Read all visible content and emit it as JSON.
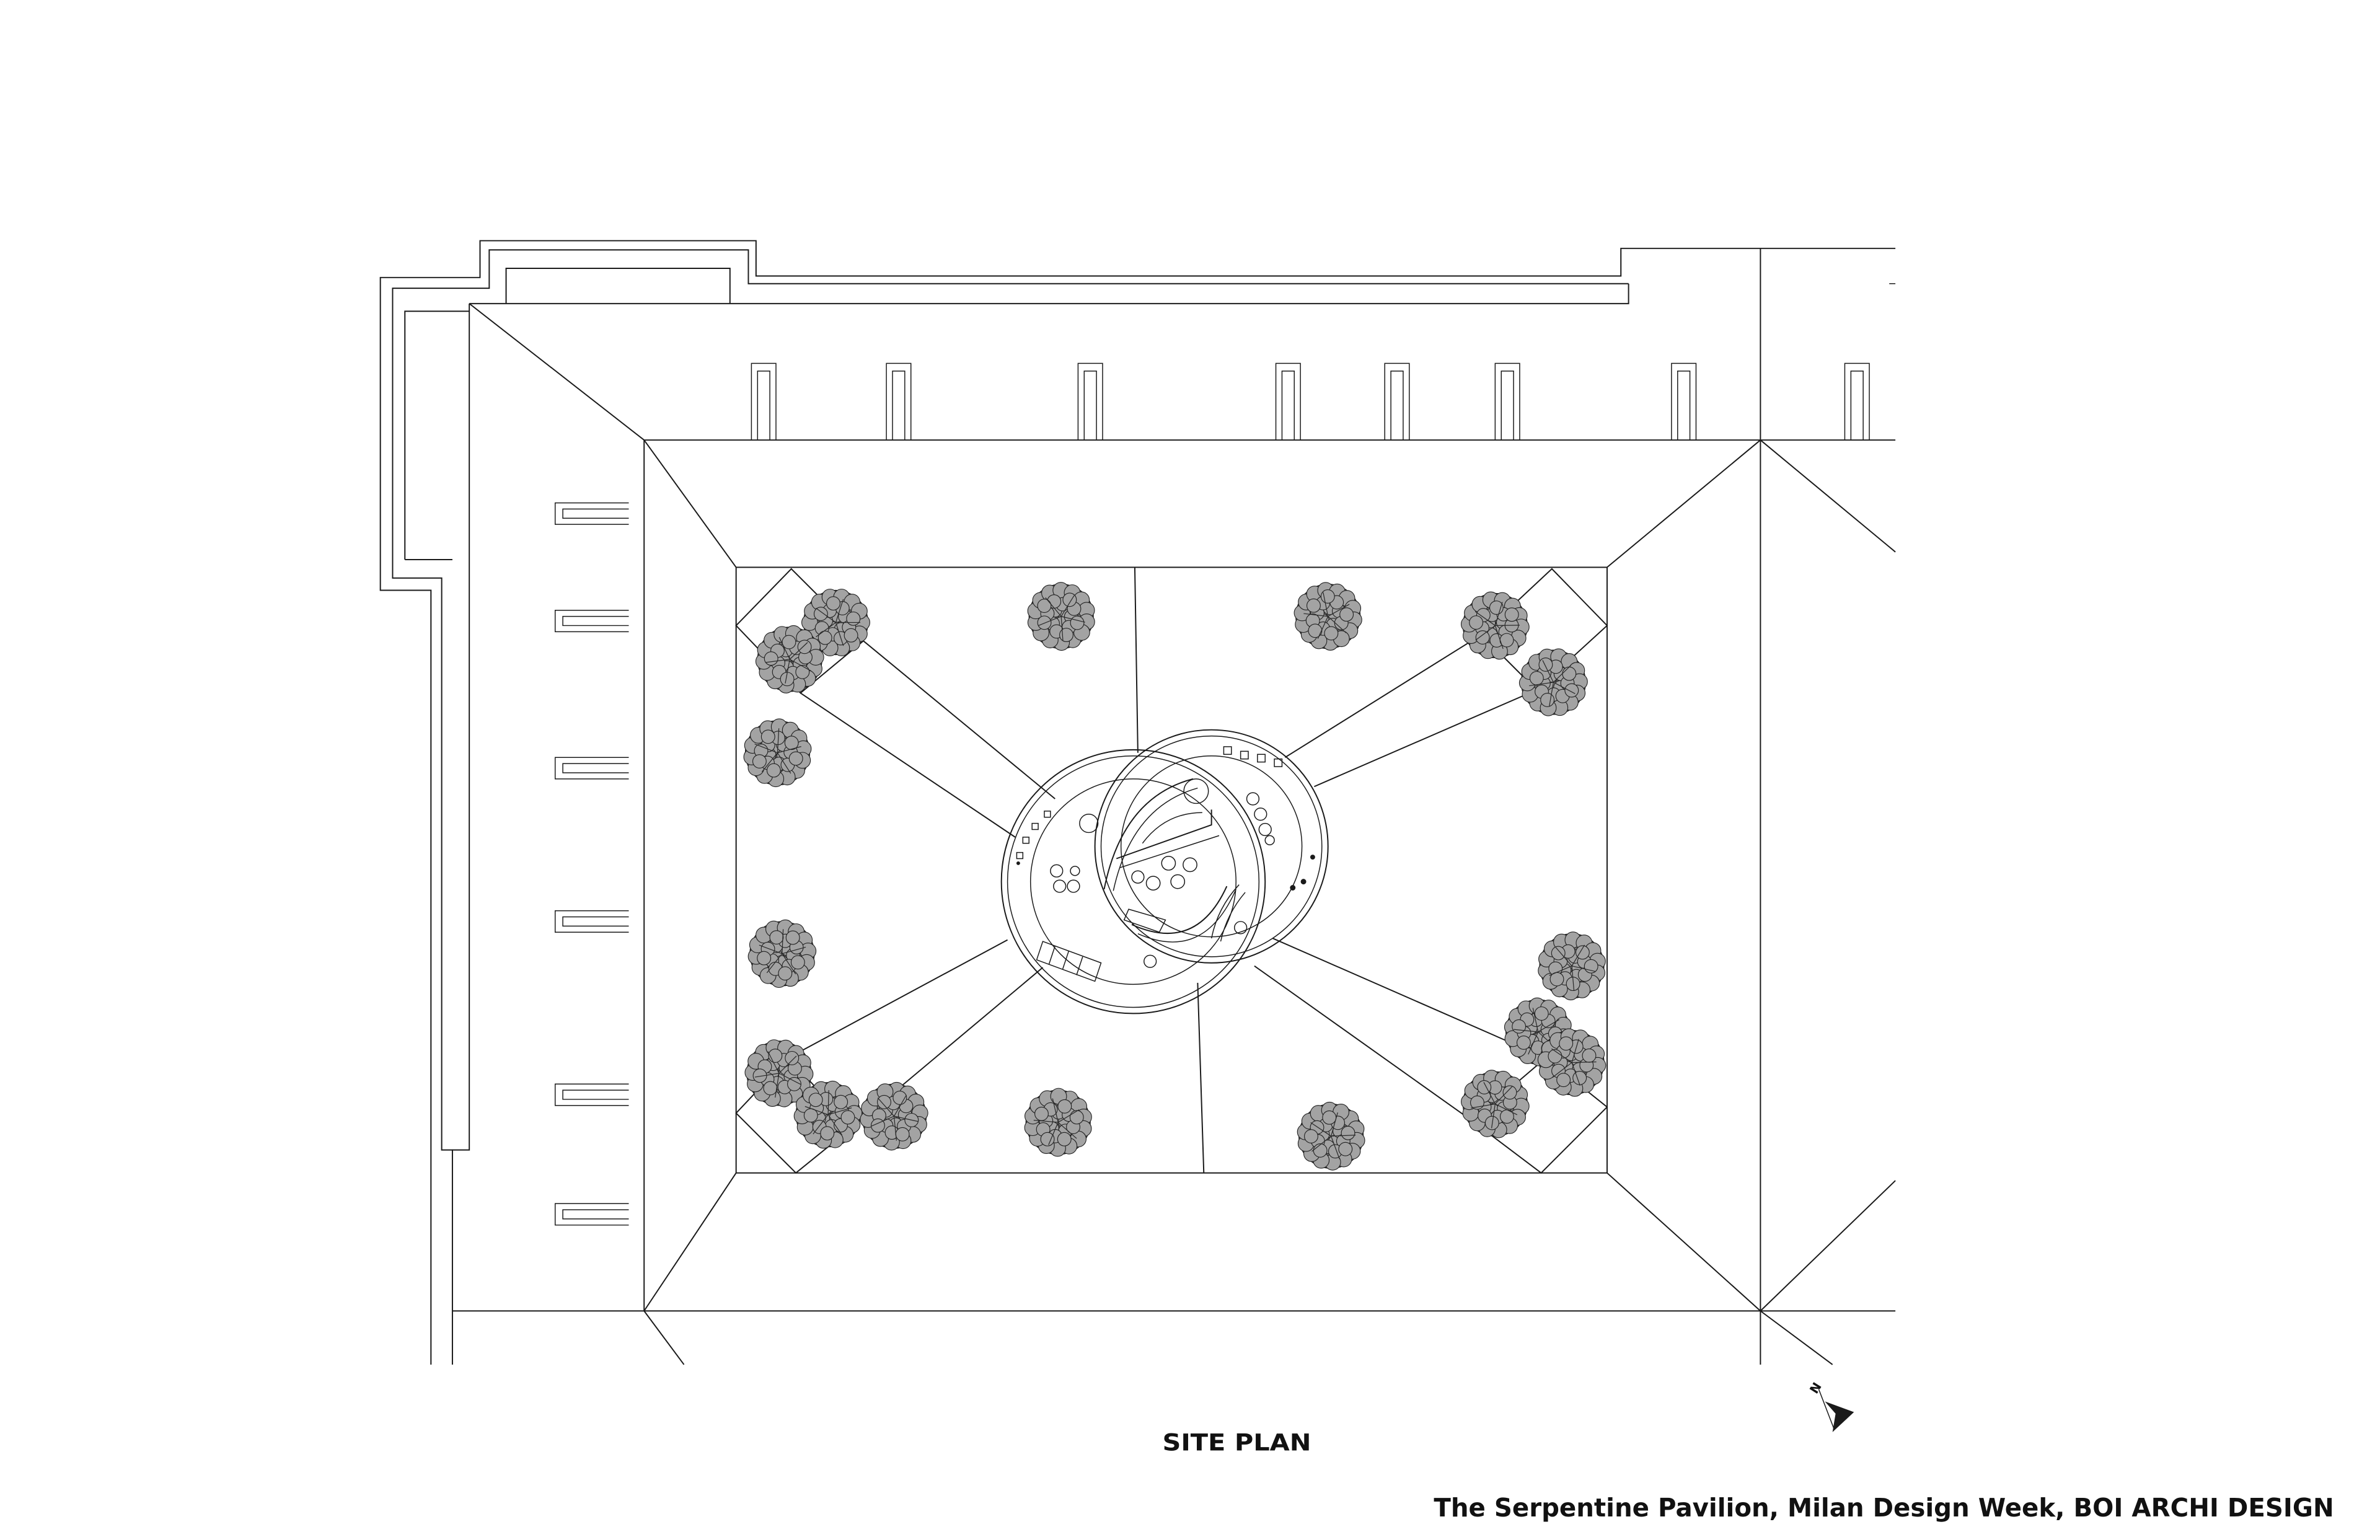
{
  "labels": {
    "title": "SITE PLAN",
    "caption": "The Serpentine Pavilion, Milan Design Week, BOI ARCHI DESIGN",
    "north": "N"
  },
  "colors": {
    "background": "#ffffff",
    "line": "#1a1a1a",
    "tree_base": "#6f6f6f",
    "tree_leaf": "#a3a3a3"
  }
}
